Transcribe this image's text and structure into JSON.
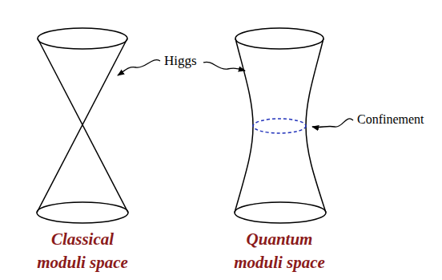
{
  "diagram": {
    "labels": [
      "Higgs",
      "Confinement",
      "Classical moduli space",
      "Quantum moduli space"
    ]
  }
}
